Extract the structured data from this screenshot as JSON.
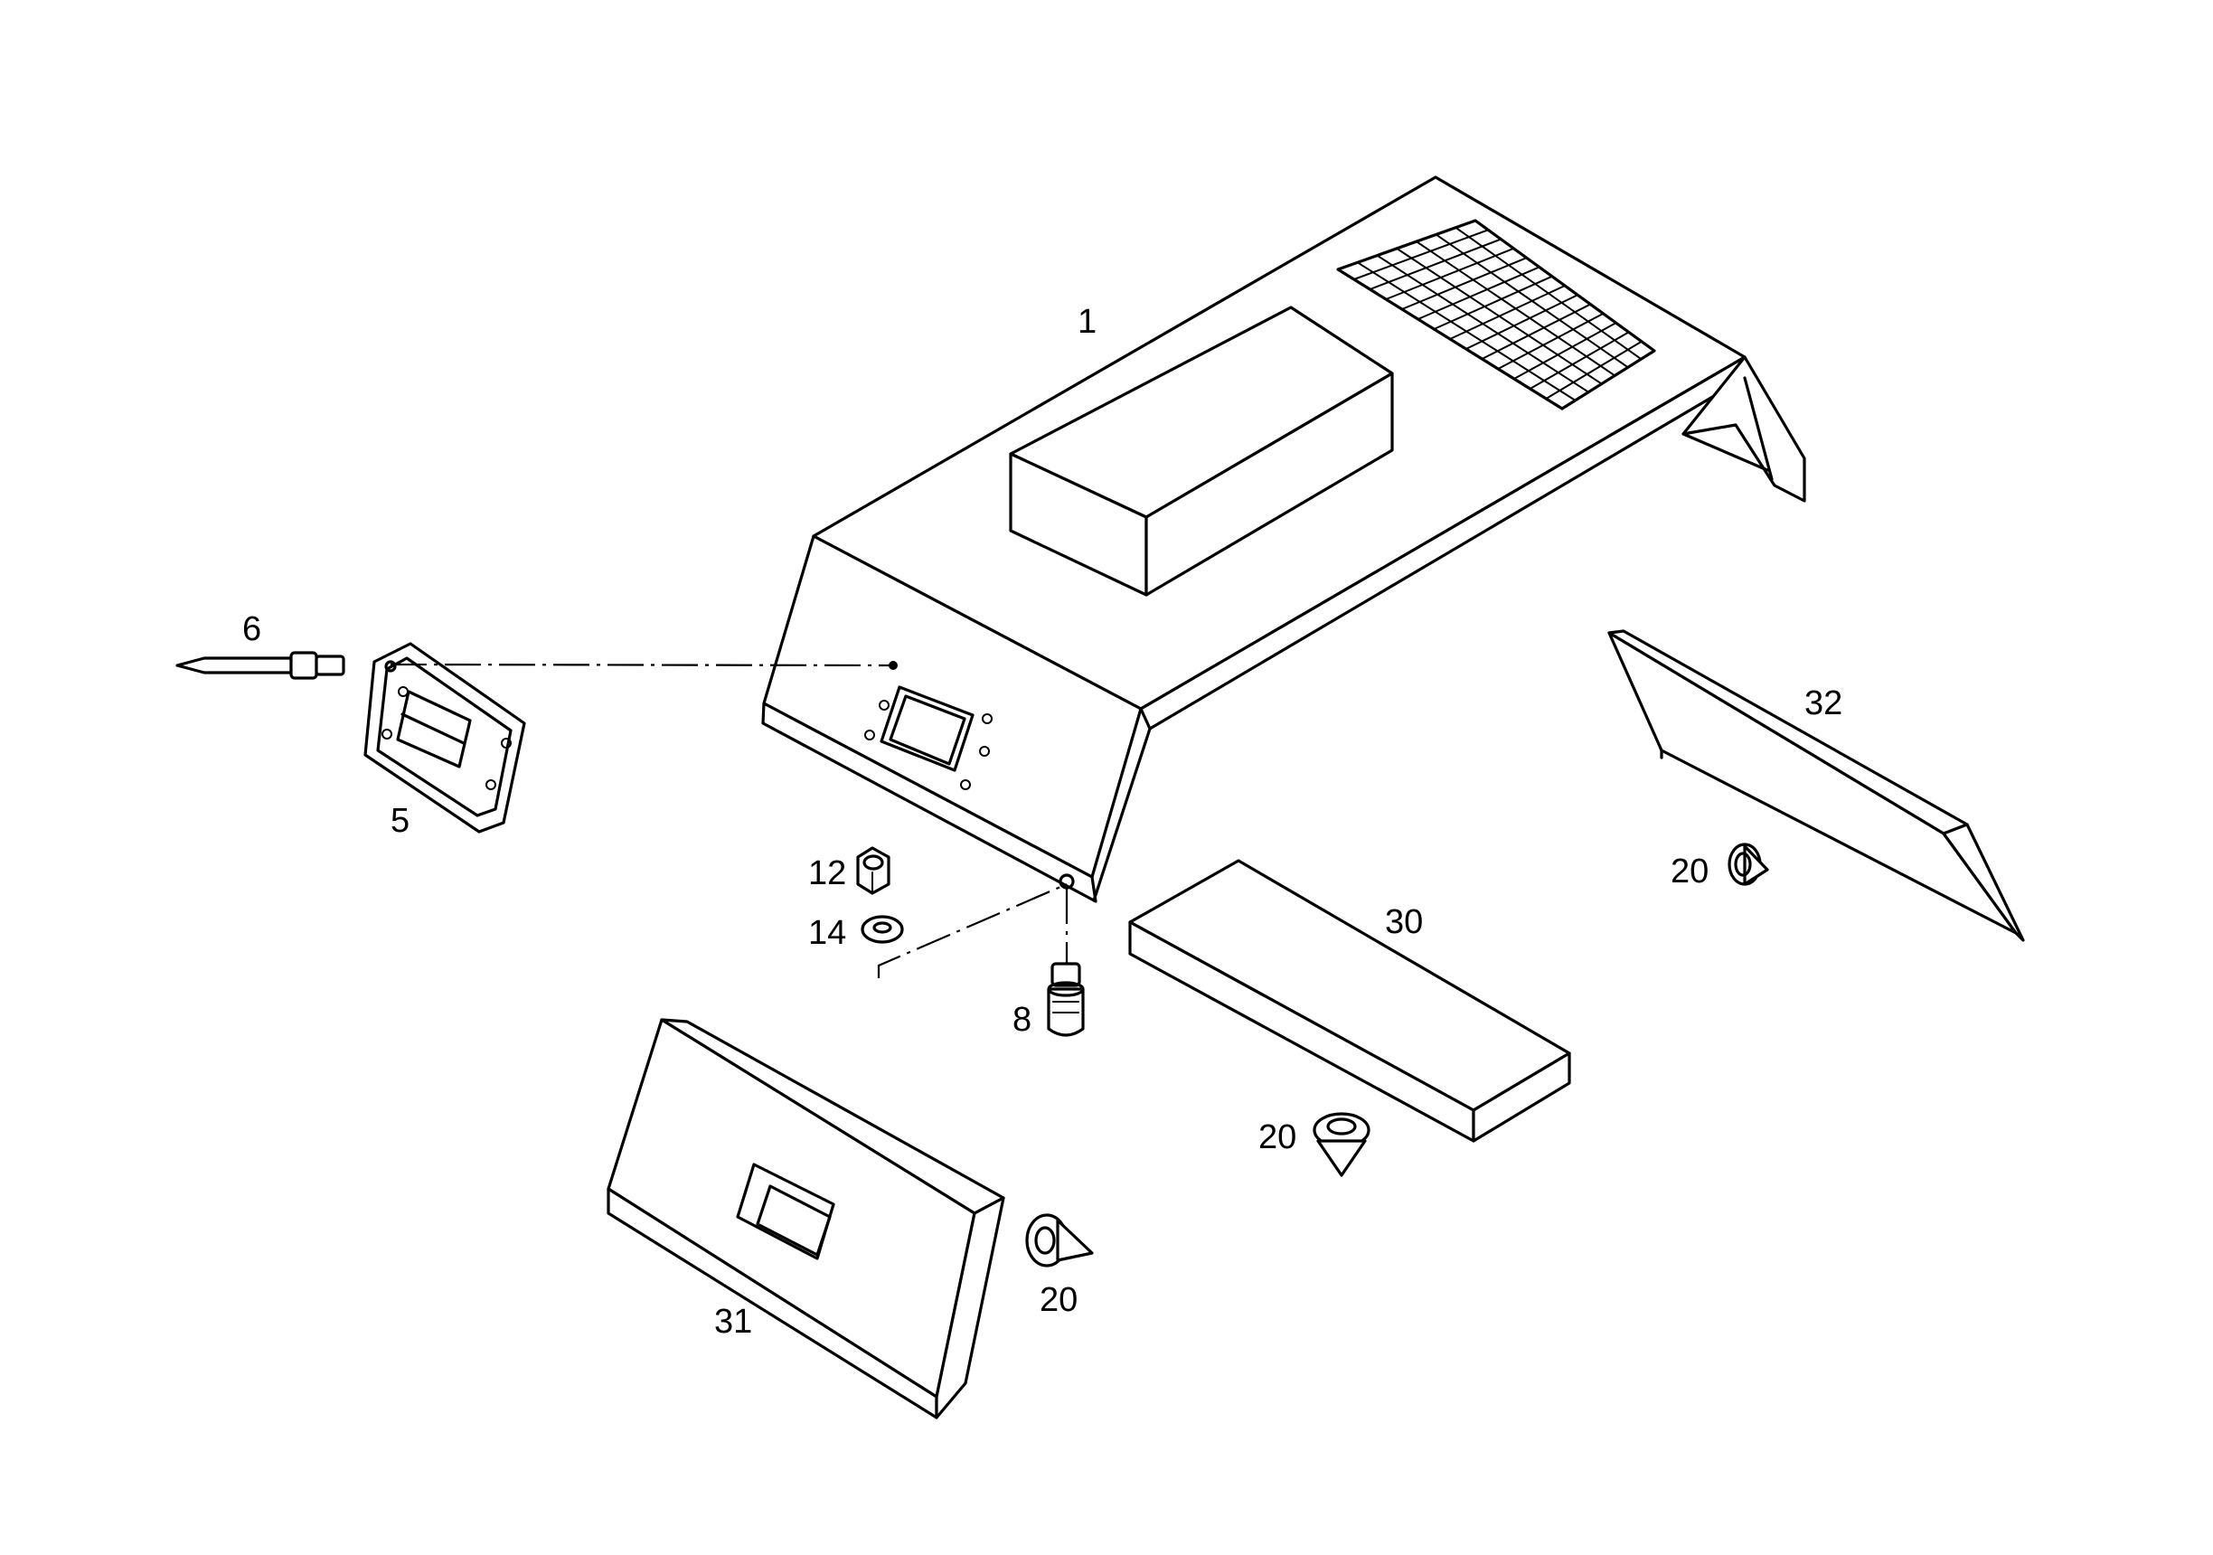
{
  "callouts": {
    "p1": "1",
    "p5": "5",
    "p6": "6",
    "p8": "8",
    "p12": "12",
    "p14": "14",
    "p20a": "20",
    "p20b": "20",
    "p20c": "20",
    "p30": "30",
    "p31": "31",
    "p32": "32"
  }
}
